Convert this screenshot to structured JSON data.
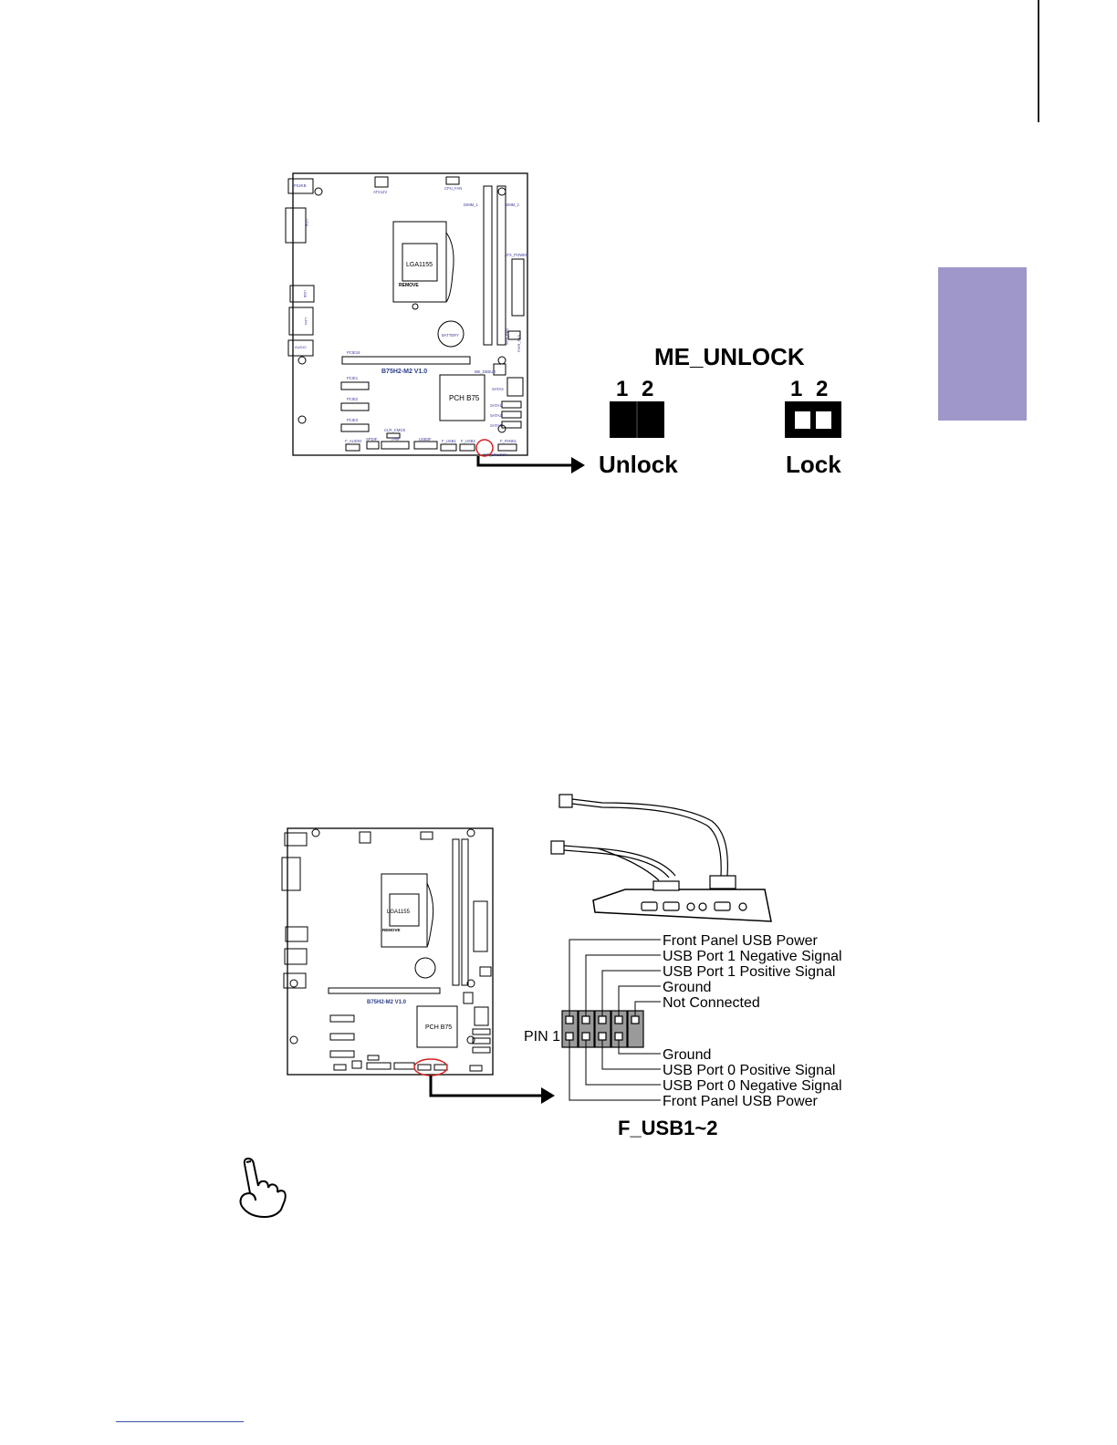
{
  "side_tab": {
    "color": "#9f97c9"
  },
  "me_unlock": {
    "title": "ME_UNLOCK",
    "unlock": {
      "pins": [
        "1",
        "2"
      ],
      "label": "Unlock"
    },
    "lock": {
      "pins": [
        "1",
        "2"
      ],
      "label": "Lock"
    }
  },
  "board1": {
    "model": "B75H2-M2 V1.0",
    "socket": "LGA1155",
    "socket_tag": "REMOVE",
    "chipset": "PCH B75",
    "labels": {
      "ps2": "PS2KB",
      "vga": "VGA",
      "usb": "USB",
      "lan": "LAN",
      "audio": "AUDIO",
      "atx12v": "ATX12V",
      "cpu_fan": "CPU_FAN",
      "dimm1": "DIMM_1",
      "dimm2": "DIMM_2",
      "atx_power": "ATX_POWER",
      "battery": "BATTERY",
      "pcie16": "PCIE16",
      "pcie1": "PCIE1",
      "pcie2": "PCIE2",
      "pcie3": "PCIE3",
      "me_debug": "ME_DEBUG",
      "sata1": "SATA1",
      "sata2": "SATA2",
      "sata3": "SATA3",
      "sata4": "SATA4",
      "clr_cmos": "CLR_CMOS",
      "f_audio": "F_AUDIO",
      "spdif": "SPDIF",
      "tpm": "TPM",
      "usb3f": "USB3F",
      "f_usb1": "F_USB1",
      "f_usb2": "F_USB2",
      "f_panel": "F_PANEL",
      "sys_fan": "SYS_FAN",
      "pwr_fan": "PWR_FAN",
      "me_unlock": "ME_UNLOCK"
    }
  },
  "board2": {
    "model": "B75H2-M2 V1.0",
    "socket": "LGA1155",
    "socket_tag": "REMOVE",
    "chipset": "PCH B75"
  },
  "f_usb": {
    "title": "F_USB1~2",
    "pin1_label": "PIN 1",
    "top_pins": [
      "Front Panel USB Power",
      "USB Port 1 Negative Signal",
      "USB Port 1 Positive Signal",
      "Ground",
      "Not Connected"
    ],
    "bottom_pins": [
      "Ground",
      "USB Port 0 Positive Signal",
      "USB Port 0 Negative Signal",
      "Front Panel USB Power"
    ]
  }
}
